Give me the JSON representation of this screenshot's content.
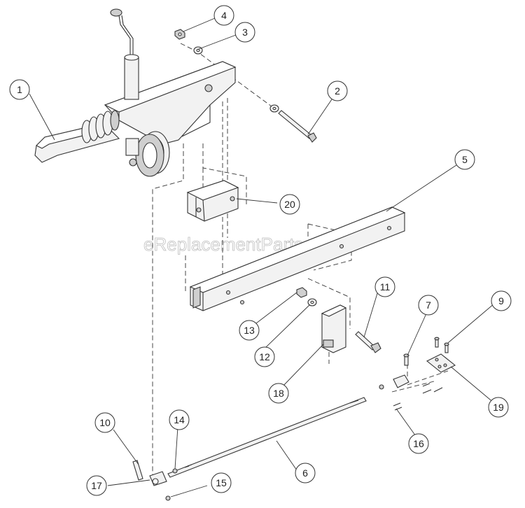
{
  "watermark": "eReplacementParts.com",
  "callouts": [
    {
      "id": "1",
      "label": "1"
    },
    {
      "id": "2",
      "label": "2"
    },
    {
      "id": "3",
      "label": "3"
    },
    {
      "id": "4",
      "label": "4"
    },
    {
      "id": "5",
      "label": "5"
    },
    {
      "id": "6",
      "label": "6"
    },
    {
      "id": "7",
      "label": "7"
    },
    {
      "id": "9",
      "label": "9"
    },
    {
      "id": "10",
      "label": "10"
    },
    {
      "id": "11",
      "label": "11"
    },
    {
      "id": "12",
      "label": "12"
    },
    {
      "id": "13",
      "label": "13"
    },
    {
      "id": "14",
      "label": "14"
    },
    {
      "id": "15",
      "label": "15"
    },
    {
      "id": "16",
      "label": "16"
    },
    {
      "id": "17",
      "label": "17"
    },
    {
      "id": "18",
      "label": "18"
    },
    {
      "id": "19",
      "label": "19"
    },
    {
      "id": "20",
      "label": "20"
    }
  ]
}
